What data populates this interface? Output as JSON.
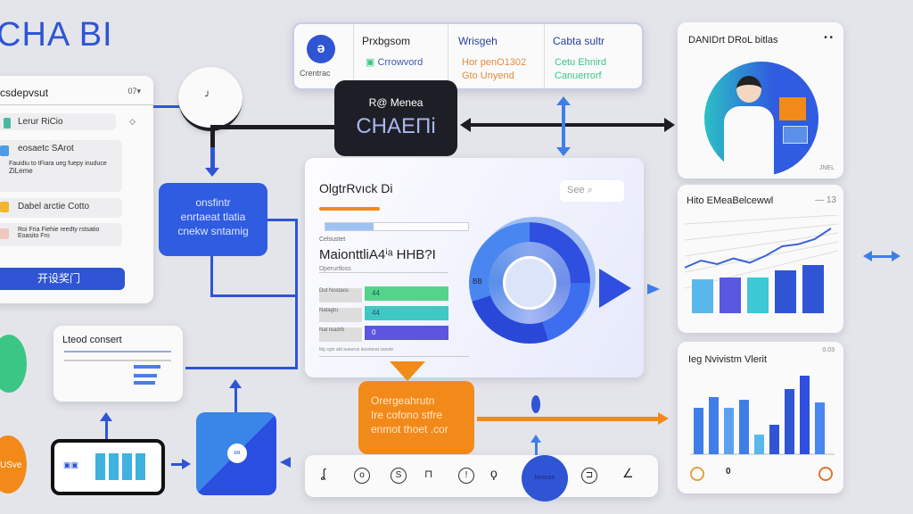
{
  "title": "CHA BI",
  "left_panel": {
    "header": "csdepvsut",
    "header_badge": "07▾",
    "items": [
      {
        "label": "Lerur RiCio"
      },
      {
        "label": "eosaetc SArot",
        "sub": "Fauidiu to tFiara ueg fuepy inuduce",
        "sub2": "ZiLeme"
      },
      {
        "label": "Dabel arctie Cotto"
      },
      {
        "label": "Roi Fria Fiehie reedty rstsatio",
        "sub": "Eoasito Fro"
      }
    ],
    "button": "开设奖门"
  },
  "blue_box": {
    "lines": [
      "onsfintr",
      "enrtaeat tlatia",
      "cnekw sntamig"
    ]
  },
  "top_panel": {
    "logo_label": "Crentrac",
    "col1": {
      "title": "Prxbgsom",
      "item": "Crrowvord"
    },
    "col2": {
      "title": "Wrisgeh",
      "lines": [
        "Hor penO1302",
        "Gto Unyend"
      ]
    },
    "col3": {
      "title": "Cabta sultr",
      "lines": [
        "Cetu Ehnird",
        "Canuerrorf"
      ]
    }
  },
  "dark_box": {
    "subtitle": "R@ Menea",
    "title": "CHAEΠi"
  },
  "main_card": {
    "title": "OlgtrRvıck Di",
    "search": "See",
    "label": "Celsustet",
    "headline": "MaionttliA4ⁱᵃ HHB?I",
    "section": "Dperurtloss",
    "bars": [
      {
        "label": "Dut Nostaos",
        "value": "44"
      },
      {
        "label": "Natagtu",
        "value": "44"
      },
      {
        "label": "Nat teadrb",
        "value": "0"
      }
    ],
    "donut_label": "BB",
    "footer": "Mg sgts atd aueerus laostanat sanste"
  },
  "right_cards": {
    "profile": {
      "title": "DANIDrt DRoL bitlas",
      "menu": "• •",
      "tag": "JNEL"
    },
    "line_chart": {
      "title": "Hito EMeaBelcewwl",
      "value": "— 13"
    },
    "bar_chart": {
      "title": "Ieg Nvivistm Vlerit",
      "value": "0.03",
      "footer_value": "0"
    }
  },
  "legend_card": {
    "title": "Lteod consert"
  },
  "green_circle": "",
  "orange_circle": "USve",
  "orange_box": {
    "lines": [
      "Orergeahrutn",
      "Ire cofono stfre",
      "enmot thoet .cor"
    ]
  },
  "toolbar": {
    "center": "lonsran"
  },
  "chart_data": [
    {
      "type": "bar",
      "title": "Hito EMeaBelcewwl",
      "values": [
        38,
        40,
        40,
        48,
        54
      ],
      "line": [
        45,
        55,
        50,
        58,
        52,
        62,
        75,
        78,
        85,
        100
      ]
    },
    {
      "type": "bar",
      "title": "Ieg Nvivistm Vlerit",
      "values": [
        52,
        64,
        52,
        61,
        22,
        33,
        73,
        88,
        58
      ]
    }
  ],
  "colors": {
    "blue": "#2f55d4",
    "orange": "#f28a1a",
    "dark": "#1e1f26",
    "green": "#3cc685"
  }
}
